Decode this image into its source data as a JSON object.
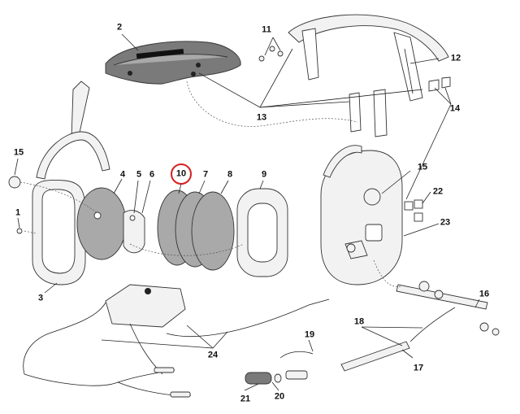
{
  "callouts": [
    {
      "id": "1",
      "label": "1"
    },
    {
      "id": "2",
      "label": "2"
    },
    {
      "id": "3",
      "label": "3"
    },
    {
      "id": "4",
      "label": "4"
    },
    {
      "id": "5",
      "label": "5"
    },
    {
      "id": "6",
      "label": "6"
    },
    {
      "id": "7",
      "label": "7"
    },
    {
      "id": "8",
      "label": "8"
    },
    {
      "id": "9",
      "label": "9"
    },
    {
      "id": "10",
      "label": "10",
      "highlighted": true
    },
    {
      "id": "11",
      "label": "11"
    },
    {
      "id": "12",
      "label": "12"
    },
    {
      "id": "13",
      "label": "13"
    },
    {
      "id": "14",
      "label": "14"
    },
    {
      "id": "15a",
      "label": "15"
    },
    {
      "id": "15b",
      "label": "15"
    },
    {
      "id": "16",
      "label": "16"
    },
    {
      "id": "17",
      "label": "17"
    },
    {
      "id": "18",
      "label": "18"
    },
    {
      "id": "19",
      "label": "19"
    },
    {
      "id": "20",
      "label": "20"
    },
    {
      "id": "21",
      "label": "21"
    },
    {
      "id": "22",
      "label": "22"
    },
    {
      "id": "23",
      "label": "23"
    },
    {
      "id": "24",
      "label": "24"
    }
  ],
  "highlight_color": "#d42020"
}
